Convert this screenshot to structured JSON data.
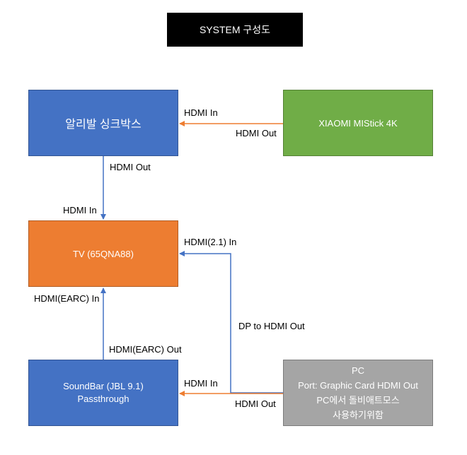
{
  "title": "SYSTEM 구성도",
  "nodes": {
    "alibaba": {
      "label": "알리발 싱크박스"
    },
    "xiaomi": {
      "label": "XIAOMI MIStick 4K"
    },
    "tv": {
      "label": "TV (65QNA88)"
    },
    "soundbar": {
      "line1": "SoundBar (JBL 9.1)",
      "line2": "Passthrough"
    },
    "pc": {
      "line1": "PC",
      "line2": "Port: Graphic Card HDMI Out",
      "line3": "PC에서 돌비애트모스",
      "line4": "사용하기위함"
    }
  },
  "labels": {
    "xiaomi_to_alibaba_in": "HDMI In",
    "xiaomi_to_alibaba_out": "HDMI Out",
    "alibaba_to_tv_out": "HDMI Out",
    "alibaba_to_tv_in": "HDMI In",
    "pc_to_tv_in": "HDMI(2.1) In",
    "pc_to_tv_out": "DP to HDMI Out",
    "soundbar_to_tv_in": "HDMI(EARC) In",
    "soundbar_to_tv_out": "HDMI(EARC) Out",
    "pc_to_soundbar_in": "HDMI In",
    "pc_to_soundbar_out": "HDMI Out"
  },
  "colors": {
    "title_bg": "#000000",
    "alibaba": "#4472c4",
    "xiaomi": "#70ad47",
    "tv": "#ed7d31",
    "soundbar": "#4472c4",
    "pc": "#a5a5a5",
    "orange_connector": "#ed7d31",
    "blue_connector": "#4472c4"
  }
}
